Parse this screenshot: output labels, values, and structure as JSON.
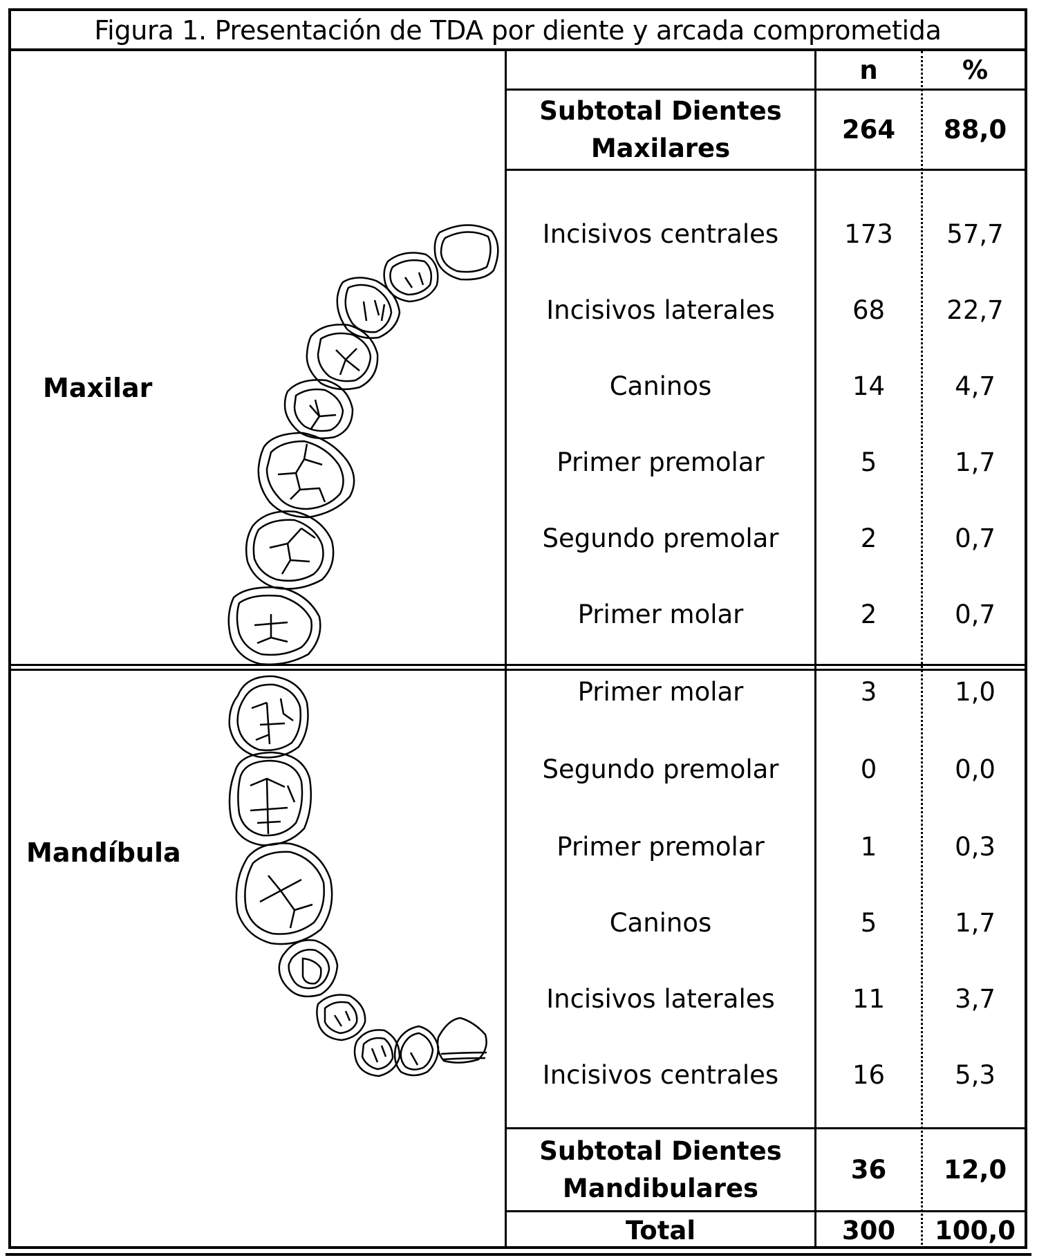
{
  "title": "Figura 1. Presentación de TDA por diente y arcada comprometida",
  "header": {
    "n": "n",
    "pct": "%"
  },
  "maxilar": {
    "label": "Maxilar",
    "subtotal": {
      "label_line1": "Subtotal Dientes",
      "label_line2": "Maxilares",
      "n": "264",
      "pct": "88,0"
    },
    "rows": [
      {
        "tooth": "Incisivos centrales",
        "n": "173",
        "pct": "57,7"
      },
      {
        "tooth": "Incisivos laterales",
        "n": "68",
        "pct": "22,7"
      },
      {
        "tooth": "Caninos",
        "n": "14",
        "pct": "4,7"
      },
      {
        "tooth": "Primer premolar",
        "n": "5",
        "pct": "1,7"
      },
      {
        "tooth": "Segundo premolar",
        "n": "2",
        "pct": "0,7"
      },
      {
        "tooth": "Primer molar",
        "n": "2",
        "pct": "0,7"
      }
    ]
  },
  "mandibula": {
    "label": "Mandíbula",
    "rows": [
      {
        "tooth": "Primer molar",
        "n": "3",
        "pct": "1,0"
      },
      {
        "tooth": "Segundo premolar",
        "n": "0",
        "pct": "0,0"
      },
      {
        "tooth": "Primer premolar",
        "n": "1",
        "pct": "0,3"
      },
      {
        "tooth": "Caninos",
        "n": "5",
        "pct": "1,7"
      },
      {
        "tooth": "Incisivos laterales",
        "n": "11",
        "pct": "3,7"
      },
      {
        "tooth": "Incisivos centrales",
        "n": "16",
        "pct": "5,3"
      }
    ],
    "subtotal": {
      "label_line1": "Subtotal Dientes",
      "label_line2": "Mandibulares",
      "n": "36",
      "pct": "12,0"
    }
  },
  "total": {
    "label": "Total",
    "n": "300",
    "pct": "100,0"
  }
}
